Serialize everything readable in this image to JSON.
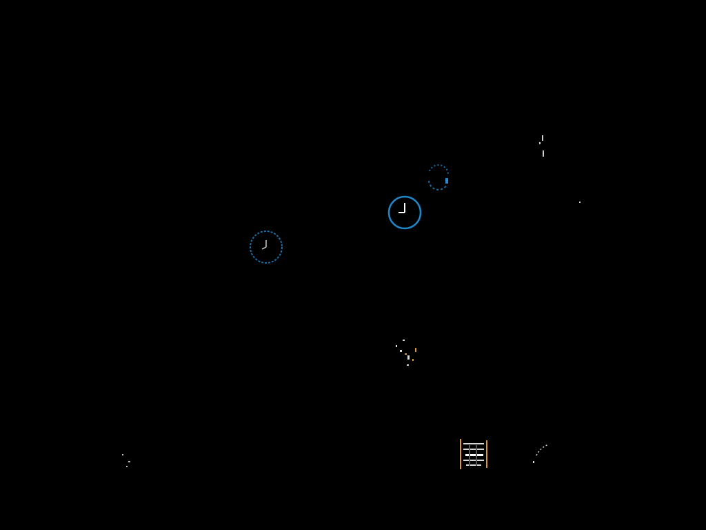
{
  "window": {
    "background": "#000000"
  },
  "colors": {
    "clock_ring": "#1e88c8",
    "clock_hands": "#ffffff",
    "dim_ring": "#1a6fa8",
    "speck_light": "#d8d8d8",
    "speck_warm": "#d89a2a",
    "speck_blue": "#2a86c8"
  },
  "clocks": [
    {
      "name": "clock-icon-center",
      "state": "focused",
      "icon": "clock-icon"
    },
    {
      "name": "clock-icon-left",
      "state": "dimmed",
      "icon": "clock-icon"
    }
  ],
  "glyphs": [
    {
      "name": "partial-clock-icon-top",
      "icon": "clock-icon"
    },
    {
      "name": "partial-icon-bottom-center",
      "icon": "unknown-icon"
    },
    {
      "name": "partial-icon-bottom-right",
      "icon": "unknown-icon"
    },
    {
      "name": "partial-icon-far-right-bottom",
      "icon": "unknown-icon"
    },
    {
      "name": "partial-icon-top-right",
      "icon": "unknown-icon"
    },
    {
      "name": "partial-icon-bottom-left",
      "icon": "unknown-icon"
    }
  ]
}
